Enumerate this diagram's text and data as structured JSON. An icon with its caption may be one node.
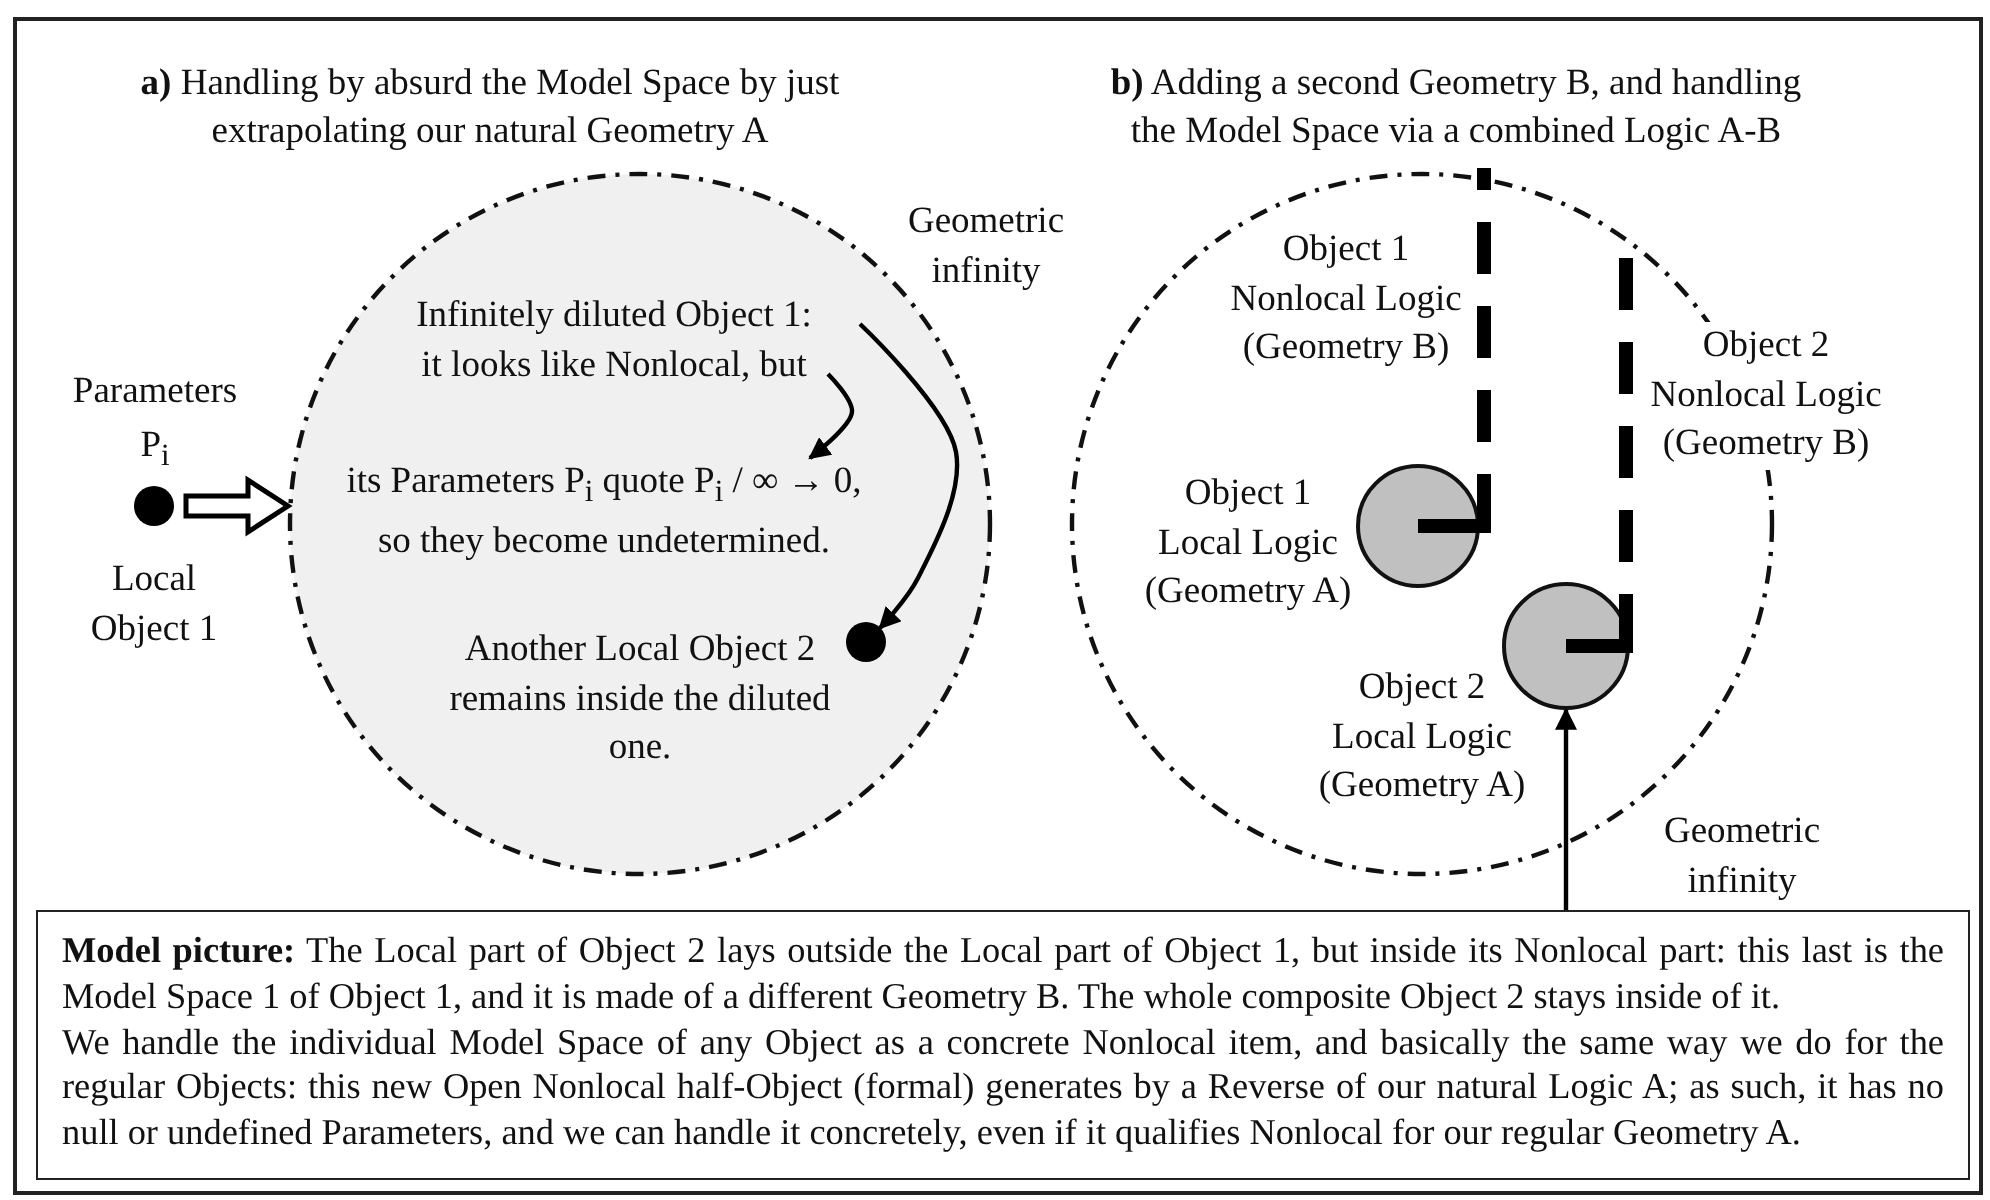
{
  "diagram": {
    "nodes": [
      {
        "text": [],
        "shape": "circle",
        "beside": [
          "Geometric infinity"
        ]
      },
      {
        "text": [],
        "shape": "circle",
        "beside": [
          "Parameters P$_{i}$",
          "Local Object 1"
        ]
      },
      {
        "text": [
          "Infinitely diluted Object 1: it looks like Nonlocal, but"
        ],
        "in": 0
      },
      {
        "text": [
          "its Parameters P$_{i}$ quote P$_{i}$ / ∞ → 0, so they become undetermined."
        ],
        "in": 0
      },
      {
        "text": [],
        "shape": "circle",
        "in": 0,
        "beside": [
          "Another Local Object 2 remains inside the diluted one."
        ]
      },
      {
        "text": [],
        "shape": "circle",
        "beside": [
          "Geometric infinity"
        ]
      },
      {
        "text": [],
        "shape": "circle",
        "in": 5,
        "beside": [
          "Object 1 Local Logic (Geometry A)"
        ]
      },
      {
        "text": [],
        "shape": "circle",
        "in": 5,
        "beside": [
          "Object 2 Local Logic (Geometry A)"
        ]
      },
      {
        "text": [
          "**Model picture:** The Local part of Object 2 lays outside the Local part of Object 1, but inside its Nonlocal part: this last is the Model Space 1 of Object 1, and it is made of a different Geometry B. The whole composite Object 2 stays inside of it.",
          "We handle the individual Model Space of any Object as a concrete Nonlocal item, and basically the same way we do for the regular Objects: this new Open Nonlocal half-Object (formal) generates by a Reverse of our natural Logic A; as such, it has no null or undefined Parameters, and we can handle it concretely, even if it qualifies Nonlocal for our regular Geometry A."
        ]
      }
    ],
    "edges": [
      {
        "from": 1,
        "to": 0,
        "arrow": "to",
        "style": "thick"
      },
      {
        "from": 2,
        "to": 3,
        "arrow": "to"
      },
      {
        "from": 2,
        "to": 4,
        "arrow": "to"
      },
      {
        "from": 8,
        "to": 7,
        "arrow": "to"
      }
    ],
    "labels": [
      "**a)** Handling by absurd the Model Space by just extrapolating our natural Geometry A",
      "**b)** Adding a second Geometry B, and handling the Model Space via a combined Logic A-B",
      "Object 1 Nonlocal Logic (Geometry B)",
      "Object 2 Nonlocal Logic (Geometry B)"
    ]
  }
}
